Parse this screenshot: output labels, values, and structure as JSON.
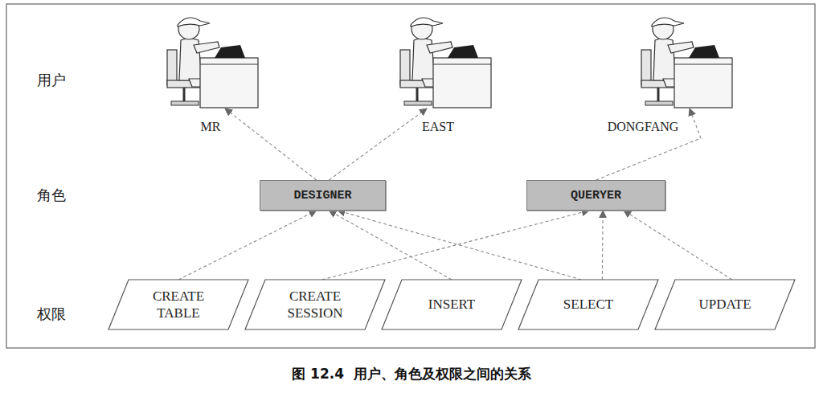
{
  "diagram": {
    "caption": "图 12.4  用户、角色及权限之间的关系",
    "nodes": [
      {
        "text": [
          "MR"
        ]
      },
      {
        "text": [
          "EAST"
        ]
      },
      {
        "text": [
          "DONGFANG"
        ]
      },
      {
        "text": [
          "DESIGNER"
        ]
      },
      {
        "text": [
          "QUERYER"
        ]
      },
      {
        "text": [
          "CREATE TABLE"
        ]
      },
      {
        "text": [
          "CREATE SESSION"
        ]
      },
      {
        "text": [
          "INSERT"
        ]
      },
      {
        "text": [
          "SELECT"
        ]
      },
      {
        "text": [
          "UPDATE"
        ]
      }
    ],
    "edges": [
      {
        "from": 3,
        "to": 0,
        "arrow": "to"
      },
      {
        "from": 3,
        "to": 1,
        "arrow": "to"
      },
      {
        "from": 4,
        "to": 2,
        "arrow": "to"
      },
      {
        "from": 5,
        "to": 3,
        "arrow": "to"
      },
      {
        "from": 6,
        "to": 4,
        "arrow": "to"
      },
      {
        "from": 7,
        "to": 3,
        "arrow": "to"
      },
      {
        "from": 8,
        "to": 3,
        "arrow": "to"
      },
      {
        "from": 8,
        "to": 4,
        "arrow": "to"
      },
      {
        "from": 9,
        "to": 4,
        "arrow": "to"
      }
    ],
    "labels": [
      "用户",
      "角色",
      "权限"
    ]
  }
}
